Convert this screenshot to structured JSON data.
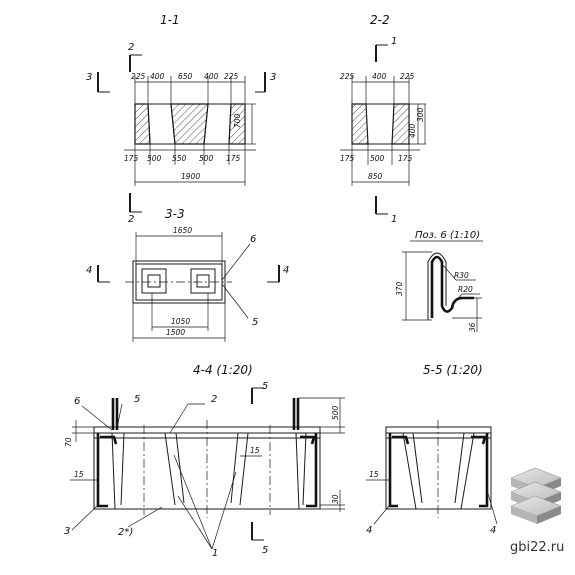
{
  "sections": {
    "s11": "1-1",
    "s22": "2-2",
    "s33": "3-3",
    "pos6": "Поз. 6 (1:10)",
    "s44": "4-4  (1:20)",
    "s55": "5-5  (1:20)"
  },
  "markers": {
    "m1": "1",
    "m2": "2",
    "m3": "3",
    "m4": "4",
    "m5": "5"
  },
  "s11_dims": {
    "top": [
      "225",
      "400",
      "650",
      "400",
      "225"
    ],
    "bottom": [
      "175",
      "500",
      "550",
      "500",
      "175"
    ],
    "total": "1900",
    "height": "700"
  },
  "s22_dims": {
    "top": [
      "225",
      "400",
      "225"
    ],
    "bottom": [
      "175",
      "500",
      "175"
    ],
    "total": "850",
    "h1": "300",
    "h2": "400"
  },
  "s33_dims": {
    "top": "1650",
    "inner": "1050",
    "bottom": "1500",
    "c6": "6",
    "c5": "5"
  },
  "pos6_dims": {
    "h": "370",
    "r1": "R30",
    "r2": "R20",
    "d": "36"
  },
  "s44_labels": {
    "c6": "6",
    "c5": "5",
    "c2": "2",
    "c70": "70",
    "c15": "15",
    "c15b": "15",
    "c500": "500",
    "c30": "30",
    "c3": "3",
    "c2star": "2*)",
    "c1": "1"
  },
  "s55_labels": {
    "c15": "15",
    "c4a": "4",
    "c4b": "4"
  },
  "watermark": "gbi22.ru"
}
